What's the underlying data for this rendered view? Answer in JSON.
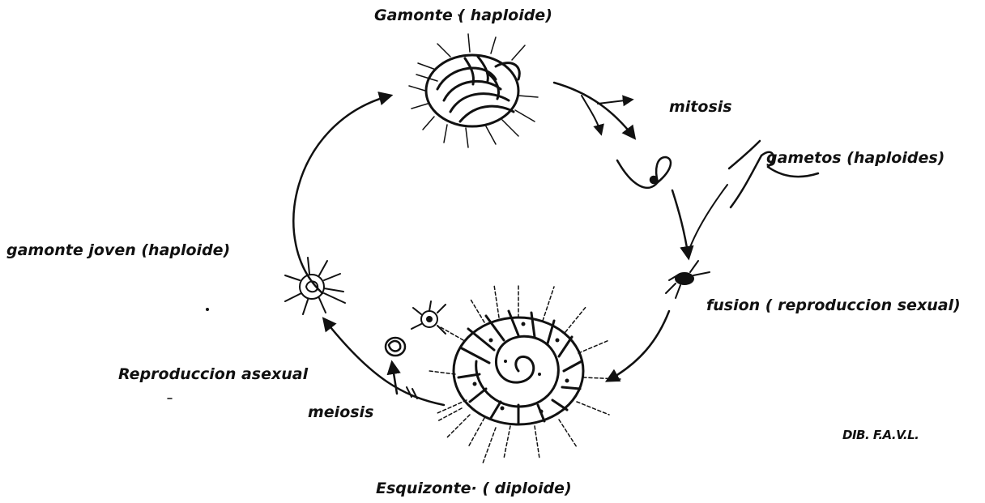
{
  "labels": {
    "gamonte": "Gamonte  ( haploide)",
    "mitosis": "mitosis",
    "gametos": "gametos (haploides)",
    "gamonte_joven": "gamonte joven (haploide)",
    "fusion": "fusion ( reproduccion sexual)",
    "reproduccion_asexual": "Reproduccion asexual",
    "meiosis": "meiosis",
    "esquizonte": "Esquizonte· ( diploide)",
    "signature": "DIB. F.A.V.L."
  },
  "colors": {
    "ink": "#111111",
    "paper": "#ffffff"
  }
}
